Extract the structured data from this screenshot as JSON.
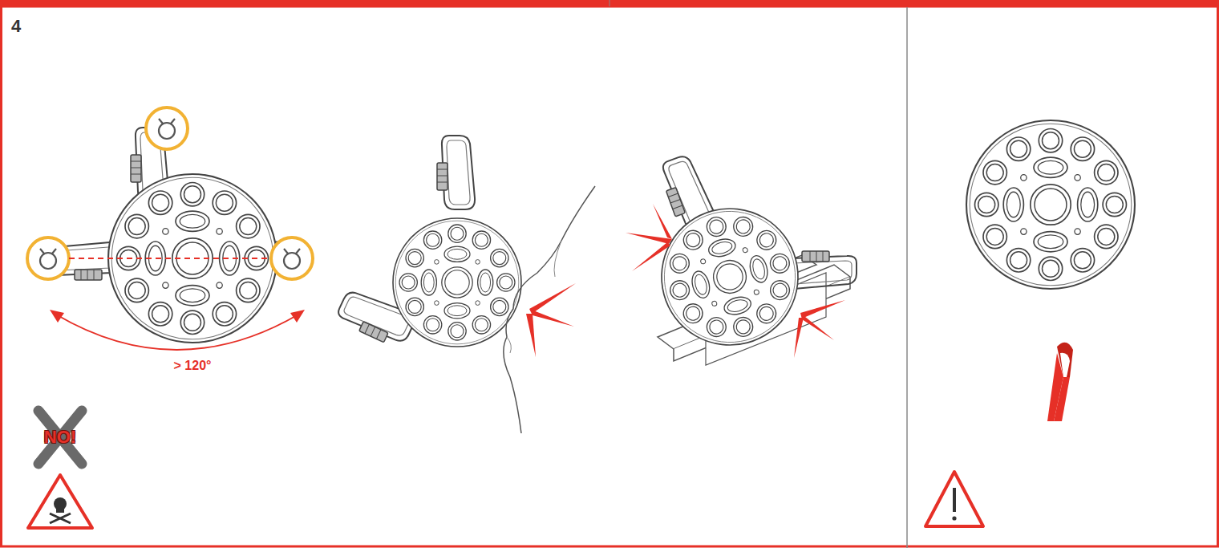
{
  "diagram": {
    "labels": [
      "4",
      "> 120°",
      "NO!"
    ]
  }
}
